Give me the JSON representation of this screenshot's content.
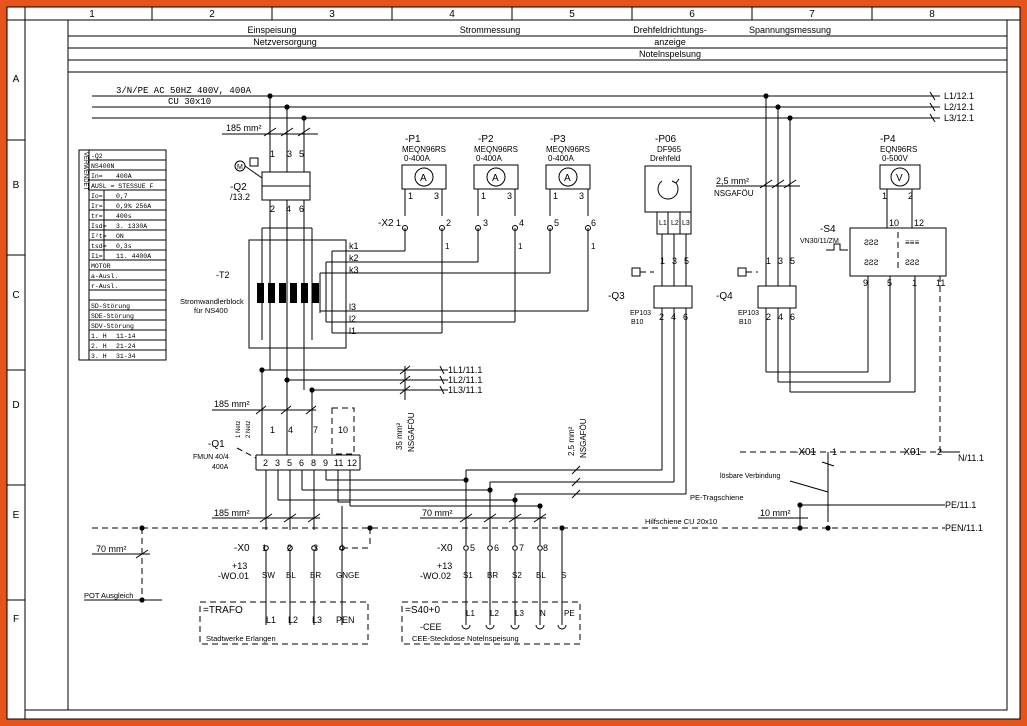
{
  "frame": {
    "columns": [
      "1",
      "2",
      "3",
      "4",
      "5",
      "6",
      "7",
      "8"
    ],
    "rows": [
      "A",
      "B",
      "C",
      "D",
      "E",
      "F"
    ]
  },
  "header": {
    "col2": "Einspeisung",
    "col2b": "Netzversorgung",
    "col4": "Strommessung",
    "col6": "Drehfeldrichtungs-",
    "col6b": "anzeige",
    "col7": "Spannungsmessung",
    "col67": "Notelnspelsung"
  },
  "supply": {
    "line1": "3/N/PE AC 50HZ 400V, 400A",
    "line2": "CU 30x10",
    "l1": "L1/12.1",
    "l2": "L2/12.1",
    "l3": "L3/12.1"
  },
  "breaker_q2": {
    "name": "-Q2",
    "ref": "/13.2",
    "cable": "185 mm²",
    "motor": "M",
    "t1": "1",
    "t3": "3",
    "t5": "5",
    "b2": "2",
    "b4": "4",
    "b6": "6"
  },
  "table": {
    "side": "VERWENDET",
    "rows": [
      [
        "-Q2",
        ""
      ],
      [
        "NS400N",
        ""
      ],
      [
        "In=",
        "400A"
      ],
      [
        "AUSL = STESSUE F",
        ""
      ],
      [
        "Io=",
        "0,7"
      ],
      [
        "Ir=",
        "0,9% 256A"
      ],
      [
        "tr=",
        "400s"
      ],
      [
        "Isd=",
        "3. 1330A"
      ],
      [
        "I²t=",
        "ON"
      ],
      [
        "tsd=",
        "0,3s"
      ],
      [
        "Ii=",
        "11. 4400A"
      ],
      [
        "MOTOR",
        ""
      ],
      [
        "a-Ausl.",
        ""
      ],
      [
        "r-Ausl.",
        ""
      ],
      [
        "",
        ""
      ],
      [
        "SD-Störung",
        ""
      ],
      [
        "SDE-Störung",
        ""
      ],
      [
        "SDV-Störung",
        ""
      ],
      [
        "1. H",
        "11-14"
      ],
      [
        "2. H",
        "21-24"
      ],
      [
        "3. H",
        "31-34"
      ]
    ]
  },
  "transformer_t2": {
    "name": "-T2",
    "label1": "Stromwandlerblock",
    "label2": "für NS400",
    "k1": "k1",
    "k2": "k2",
    "k3": "k3",
    "l3": "l3",
    "l2": "l2",
    "l1": "l1"
  },
  "x2": {
    "name": "-X2",
    "t1": "1",
    "t2": "2",
    "t3": "3",
    "t4": "4",
    "t5": "5",
    "t6": "6",
    "one": "1"
  },
  "meters": [
    {
      "name": "-P1",
      "type": "MEQN96RS",
      "range": "0-400A",
      "sym": "A",
      "a": "1",
      "b": "3"
    },
    {
      "name": "-P2",
      "type": "MEQN96RS",
      "range": "0-400A",
      "sym": "A",
      "a": "1",
      "b": "3"
    },
    {
      "name": "-P3",
      "type": "MEQN96RS",
      "range": "0-400A",
      "sym": "A",
      "a": "1",
      "b": "3"
    }
  ],
  "p06": {
    "name": "-P06",
    "type": "DF965",
    "desc": "Drehfeld",
    "l1": "L1",
    "l2": "L2",
    "l3": "L3"
  },
  "q3": {
    "name": "-Q3",
    "type": "EP103",
    "rating": "B10",
    "t1": "1",
    "t3": "3",
    "t5": "5",
    "b2": "2",
    "b4": "4",
    "b6": "6"
  },
  "q4": {
    "name": "-Q4",
    "type": "EP103",
    "rating": "B10",
    "t1": "1",
    "t3": "3",
    "t5": "5",
    "b2": "2",
    "b4": "4",
    "b6": "6"
  },
  "p4": {
    "name": "-P4",
    "type": "EQN96RS",
    "range": "0-500V",
    "sym": "V",
    "a": "1",
    "b": "2"
  },
  "s4": {
    "name": "-S4",
    "type": "VN30/11/ZM",
    "t10": "10",
    "t12": "12",
    "t9": "9",
    "t5": "5",
    "t1": "1",
    "t11": "11"
  },
  "cable_small": {
    "size": "2,5 mm²",
    "type": "NSGAFÖU"
  },
  "bus1": {
    "l1": "1L1/11.1",
    "l2": "1L2/11.1",
    "l3": "1L3/11.1"
  },
  "cable35": {
    "size": "35 mm²",
    "type": "NSGAFÖU"
  },
  "cable25v": {
    "size": "2,5 mm²",
    "type": "NSGAFÖU"
  },
  "breaker_q1": {
    "name": "-Q1",
    "type": "FMUN 40/4",
    "rating": "400A",
    "cable": "185 mm²",
    "aux1": "1 Netz",
    "aux2": "2 Netz",
    "t1": "1",
    "t4": "4",
    "t7": "7",
    "t10": "10",
    "b2": "2",
    "b3": "3",
    "b5": "5",
    "b6": "6",
    "b8": "8",
    "b9": "9",
    "b11": "11",
    "b12": "12"
  },
  "x01": {
    "name1": "-X01",
    "n1": "1",
    "name2": "-X01",
    "n2": "2",
    "loesbar": "lösbare Verbindung",
    "n": "N/11.1"
  },
  "pe": {
    "rail": "PE-Tragschiene",
    "label": "PE/11.1",
    "size": "10 mm²"
  },
  "pen": {
    "rail": "Hilfschiene CU 20x10",
    "label": "PEN/11.1"
  },
  "cable185b": "185 mm²",
  "cable70": "70 mm²",
  "cable70b": "70 mm²",
  "pot": "POT Ausgleich",
  "x0_left": {
    "name": "-X0",
    "t1": "1",
    "t2": "2",
    "t3": "3",
    "t4": "4",
    "plus": "+13",
    "wo": "-WO.01",
    "c1": "SW",
    "c2": "BL",
    "c3": "BR",
    "c4": "GNGE"
  },
  "x0_right": {
    "name": "-X0",
    "t5": "5",
    "t6": "6",
    "t7": "7",
    "t8": "8",
    "plus": "+13",
    "wo": "-WO.02",
    "c1": "S1",
    "c2": "BR",
    "c3": "S2",
    "c4": "BL",
    "c5": "S"
  },
  "trafo": {
    "name": "=TRAFO",
    "l1": "L1",
    "l2": "L2",
    "l3": "L3",
    "pen": "PEN",
    "desc": "Stadtwerke Erlangen"
  },
  "cee": {
    "name": "=S40+0",
    "sub": "-CEE",
    "l1": "L1",
    "l2": "L2",
    "l3": "L3",
    "n": "N",
    "pe": "PE",
    "desc": "CEE-Steckdose Notelnspeisung"
  }
}
